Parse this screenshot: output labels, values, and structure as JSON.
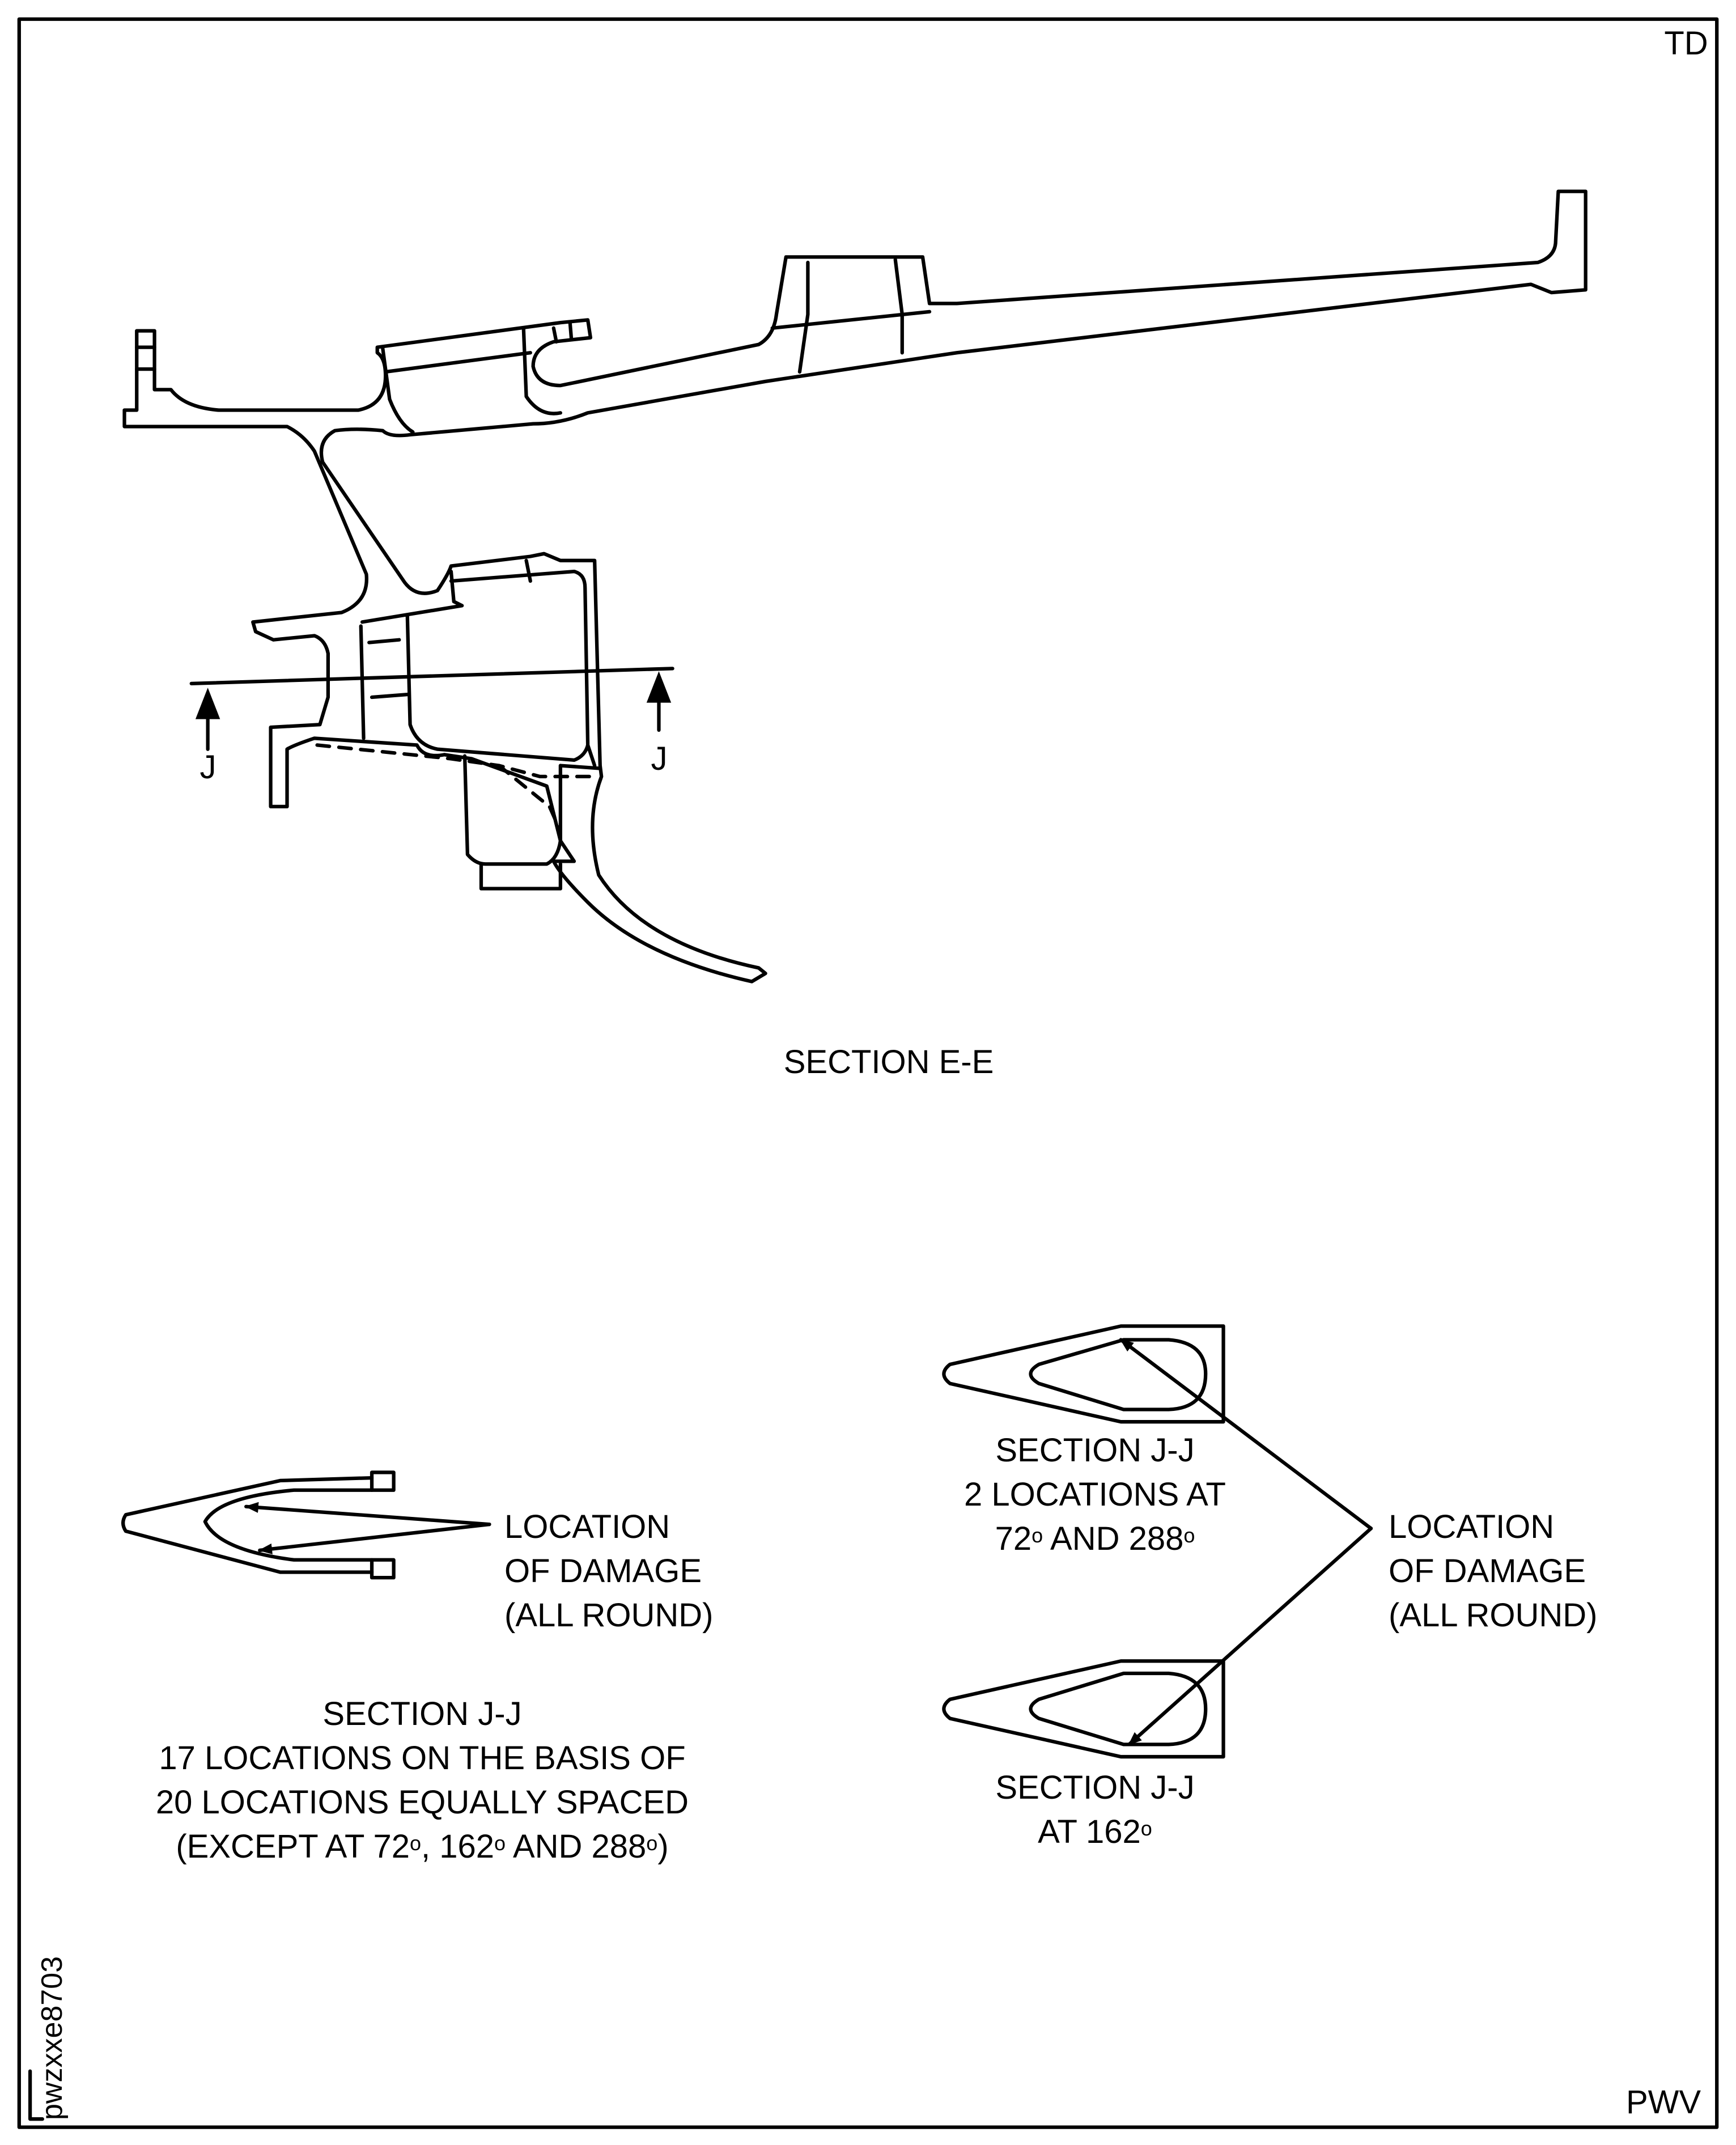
{
  "corner_labels": {
    "top_right": "TD",
    "bottom_right": "PWV",
    "figure_id": "pwzxxe8703"
  },
  "section_ee": {
    "title": "SECTION E-E",
    "cut_label_left": "J",
    "cut_label_right": "J"
  },
  "left_detail": {
    "callout": [
      "LOCATION",
      "OF DAMAGE",
      "(ALL ROUND)"
    ],
    "caption": [
      "SECTION J-J",
      "17 LOCATIONS ON THE BASIS OF",
      "20 LOCATIONS EQUALLY SPACED"
    ],
    "caption_except": {
      "prefix": "(EXCEPT AT 72",
      "deg": "o",
      "mid1": ", 162",
      "mid2": " AND 288",
      "suffix": ")"
    }
  },
  "right_detail": {
    "upper_caption": {
      "line1": "SECTION J-J",
      "line2": "2 LOCATIONS AT",
      "line3_a": "72",
      "deg": "o",
      "line3_b": " AND 288"
    },
    "callout": [
      "LOCATION",
      "OF DAMAGE",
      "(ALL ROUND)"
    ],
    "lower_caption": {
      "line1": "SECTION J-J",
      "line2": "AT 162",
      "deg": "o"
    }
  }
}
